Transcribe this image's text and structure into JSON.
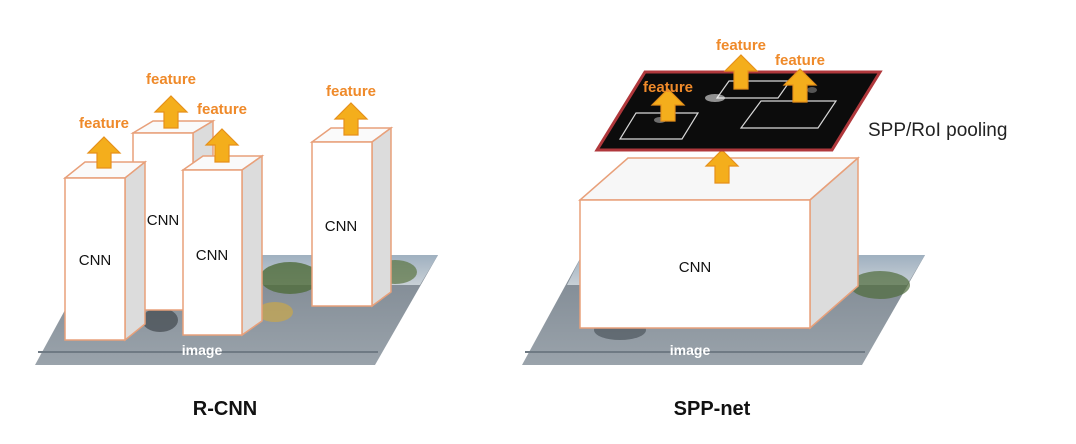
{
  "colors": {
    "feature_text": "#ef8a2a",
    "arrow_fill": "#f4ae1c",
    "arrow_stroke": "#e6901a",
    "box_stroke": "#e8a07a",
    "box_side": "#d9d9d9",
    "feature_map_bg": "#0c0c0c",
    "feature_map_border": "#b0383c",
    "image_ground": "#8e9aa6"
  },
  "rcnn": {
    "title": "R-CNN",
    "image_label": "image",
    "feature_label": "feature",
    "cnn_label": "CNN"
  },
  "sppnet": {
    "title": "SPP-net",
    "image_label": "image",
    "feature_label": "feature",
    "cnn_label": "CNN",
    "pooling_label": "SPP/RoI pooling"
  }
}
